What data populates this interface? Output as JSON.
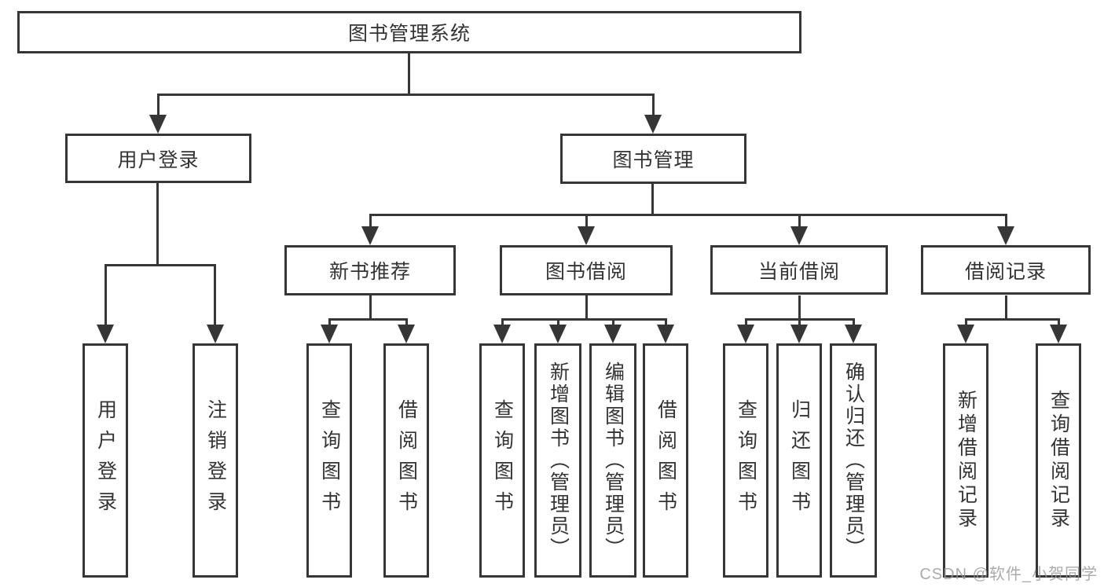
{
  "tree": {
    "label": "图书管理系统",
    "children": [
      {
        "label": "用户登录",
        "children": [
          {
            "label": "用户登录"
          },
          {
            "label": "注销登录"
          }
        ]
      },
      {
        "label": "图书管理",
        "children": [
          {
            "label": "新书推荐",
            "children": [
              {
                "label": "查询图书"
              },
              {
                "label": "借阅图书"
              }
            ]
          },
          {
            "label": "图书借阅",
            "children": [
              {
                "label": "查询图书"
              },
              {
                "label": "新增图书（管理员）"
              },
              {
                "label": "编辑图书（管理员）"
              },
              {
                "label": "借阅图书"
              }
            ]
          },
          {
            "label": "当前借阅",
            "children": [
              {
                "label": "查询图书"
              },
              {
                "label": "归还图书"
              },
              {
                "label": "确认归还（管理员）"
              }
            ]
          },
          {
            "label": "借阅记录",
            "children": [
              {
                "label": "新增借阅记录"
              },
              {
                "label": "查询借阅记录"
              }
            ]
          }
        ]
      }
    ]
  },
  "watermark": {
    "text": "CSDN @软件_小贺同学"
  },
  "colors": {
    "line": "#363636",
    "box_border": "#363636",
    "text": "#333333",
    "background": "#ffffff",
    "watermark": "#969696"
  }
}
